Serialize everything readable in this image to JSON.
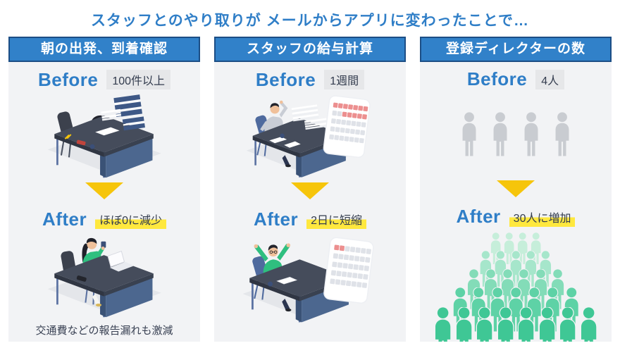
{
  "title": "スタッフとのやり取りが メールからアプリに変わったことで…",
  "colors": {
    "accent_blue": "#2f7ec7",
    "header_bg": "#3181c9",
    "header_border": "#1c4e85",
    "panel_bg": "#f2f3f5",
    "highlight_gray": "#e6e7e9",
    "highlight_yellow": "#ffe83e",
    "arrow_yellow": "#f6c50b",
    "crowd_before_gray": "#c9ccd1",
    "crowd_row_greens": [
      "#c6eeda",
      "#a6e6cb",
      "#83dcb8",
      "#5ed2a6",
      "#3fc795"
    ]
  },
  "columns": [
    {
      "id": "morning-check",
      "header": "朝の出発、到着確認",
      "before": {
        "label": "Before",
        "value": "100件以上"
      },
      "after": {
        "label": "After",
        "value": "ほぼ0に減少"
      },
      "footnote": "交通費などの報告漏れも激減",
      "before_illustration": "overworked-person-at-desk",
      "after_illustration": "relaxed-person-at-desk"
    },
    {
      "id": "payroll",
      "header": "スタッフの給与計算",
      "before": {
        "label": "Before",
        "value": "1週間"
      },
      "after": {
        "label": "After",
        "value": "2日に短縮"
      },
      "before_illustration": "stressed-person-desk-calendar",
      "after_illustration": "celebrating-person-desk-calendar"
    },
    {
      "id": "directors",
      "header": "登録ディレクターの数",
      "before": {
        "label": "Before",
        "value": "4人",
        "count": 4
      },
      "after": {
        "label": "After",
        "value": "30人に増加",
        "total": 30,
        "rows": [
          4,
          5,
          6,
          7,
          8
        ]
      }
    }
  ]
}
